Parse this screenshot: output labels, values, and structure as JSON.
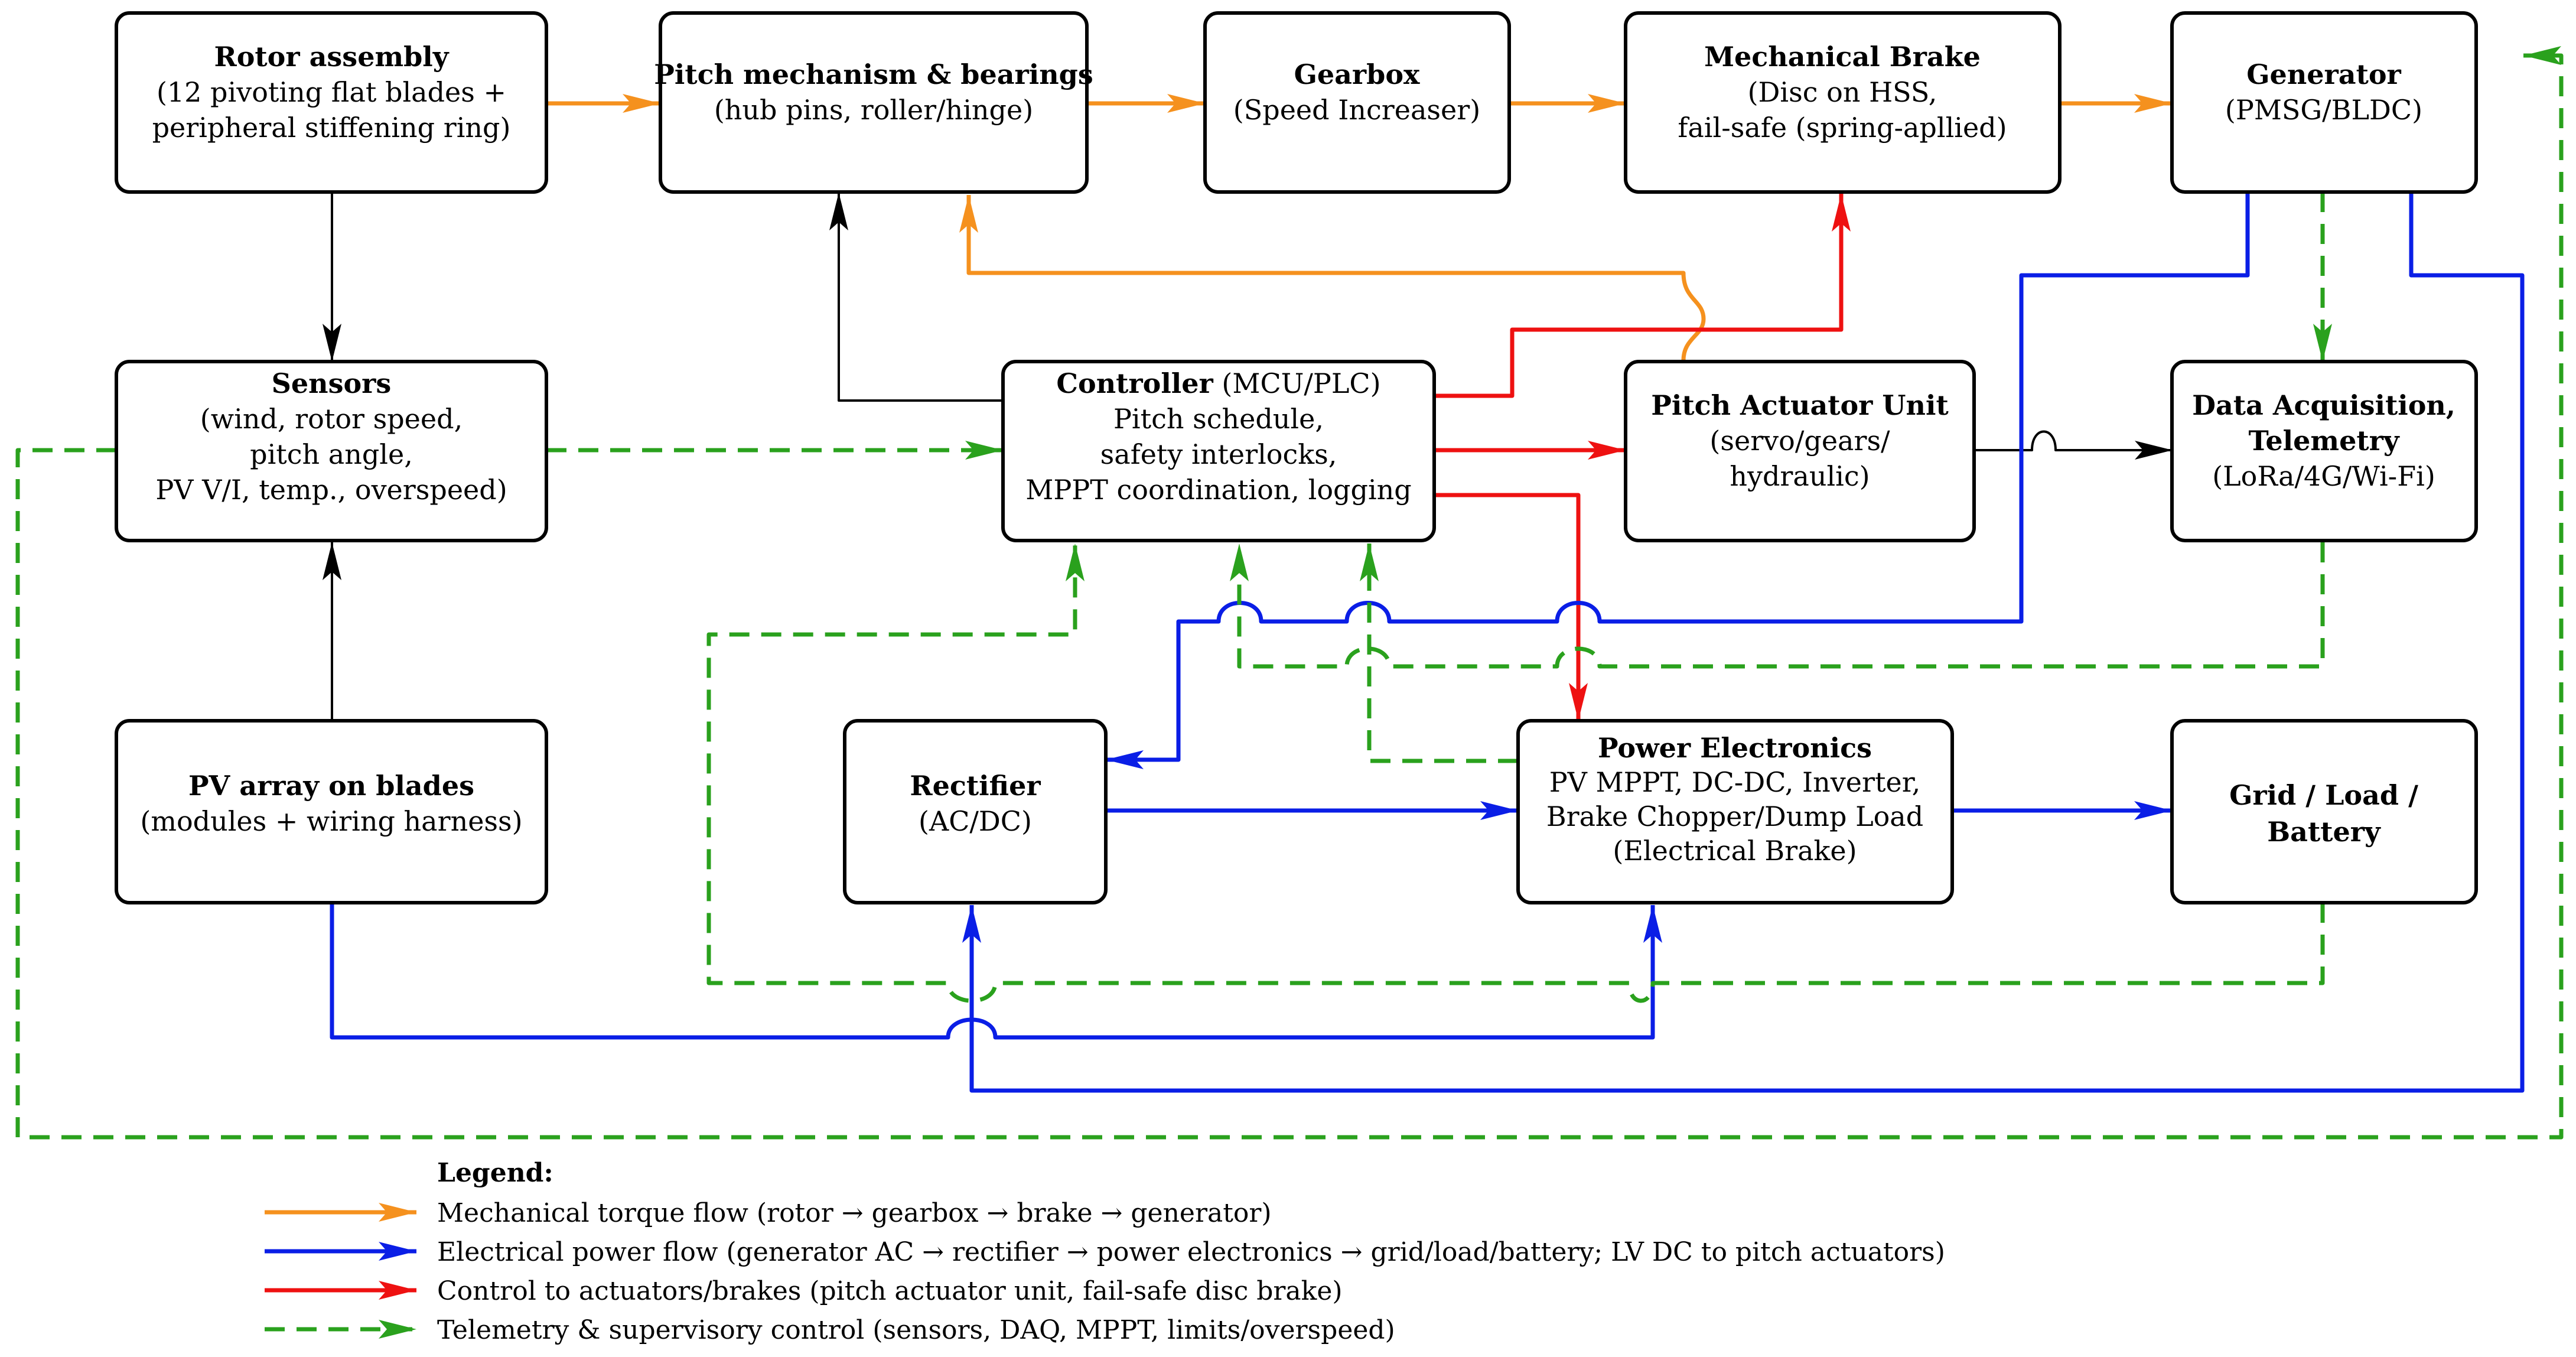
{
  "colors": {
    "mechanical": "#f5911e",
    "electrical": "#0a1ee6",
    "control": "#ee1111",
    "telemetry": "#2aa11d",
    "signal": "#000000"
  },
  "boxes": {
    "rotor": {
      "title": "Rotor assembly",
      "lines": [
        "(12 pivoting flat blades +",
        "peripheral stiffening ring)"
      ]
    },
    "pitch_mech": {
      "title": "Pitch mechanism & bearings",
      "lines": [
        "(hub pins, roller/hinge)"
      ]
    },
    "gearbox": {
      "title": "Gearbox",
      "lines": [
        "(Speed Increaser)"
      ]
    },
    "brake": {
      "title": "Mechanical Brake",
      "lines": [
        "(Disc on HSS,",
        "fail-safe (spring-apllied)"
      ]
    },
    "generator": {
      "title": "Generator",
      "lines": [
        "(PMSG/BLDC)"
      ]
    },
    "sensors": {
      "title": "Sensors",
      "lines": [
        "(wind, rotor speed,",
        "pitch angle,",
        "PV V/I, temp., overspeed)"
      ]
    },
    "controller": {
      "title": "Controller",
      "title_rest": " (MCU/PLC)",
      "lines": [
        "Pitch schedule,",
        "safety interlocks,",
        "MPPT coordination, logging"
      ]
    },
    "actuator": {
      "title": "Pitch Actuator Unit",
      "lines": [
        "(servo/gears/",
        "hydraulic)"
      ]
    },
    "daq": {
      "title": "Data Acquisition,",
      "title2": "Telemetry",
      "lines": [
        "(LoRa/4G/Wi-Fi)"
      ]
    },
    "pv": {
      "title": "PV array on blades",
      "lines": [
        "(modules + wiring harness)"
      ]
    },
    "rectifier": {
      "title": "Rectifier",
      "lines": [
        "(AC/DC)"
      ]
    },
    "power": {
      "title": "Power Electronics",
      "lines": [
        "PV MPPT, DC-DC, Inverter,",
        "Brake Chopper/Dump Load",
        "(Electrical Brake)"
      ]
    },
    "grid": {
      "title": "Grid / Load /",
      "title2": "Battery",
      "lines": []
    }
  },
  "legend": {
    "title": "Legend:",
    "items": [
      {
        "key": "mechanical",
        "text": "Mechanical torque flow (rotor → gearbox → brake → generator)"
      },
      {
        "key": "electrical",
        "text": "Electrical power flow (generator AC → rectifier → power electronics → grid/load/battery;    LV DC to pitch actuators)"
      },
      {
        "key": "control",
        "text": "Control to actuators/brakes (pitch actuator unit, fail-safe disc brake)"
      },
      {
        "key": "telemetry",
        "text": "Telemetry & supervisory control (sensors, DAQ, MPPT, limits/overspeed)"
      }
    ]
  }
}
